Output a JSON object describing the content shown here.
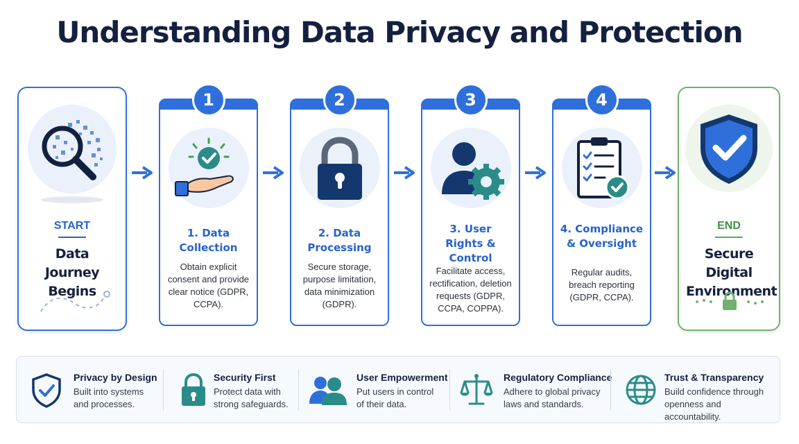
{
  "title": "Understanding Data Privacy and Protection",
  "start": {
    "tag": "START",
    "title": "Data Journey Begins",
    "icon": "magnifier-data-icon"
  },
  "end": {
    "tag": "END",
    "title": "Secure Digital Environment",
    "icon": "shield-check-icon"
  },
  "steps": [
    {
      "number": "1",
      "title": "1. Data Collection",
      "desc": "Obtain explicit consent and provide clear notice (GDPR, CCPA).",
      "icon": "hand-consent-icon"
    },
    {
      "number": "2",
      "title": "2. Data Processing",
      "desc": "Secure storage, purpose limitation, data minimization (GDPR).",
      "icon": "padlock-icon"
    },
    {
      "number": "3",
      "title": "3. User Rights & Control",
      "desc": "Facilitate access, rectification, deletion requests (GDPR, CCPA, COPPA).",
      "icon": "user-gear-icon"
    },
    {
      "number": "4",
      "title": "4. Compliance & Oversight",
      "desc": "Regular audits, breach reporting (GDPR, CCPA).",
      "icon": "clipboard-checklist-icon"
    }
  ],
  "features": [
    {
      "title": "Privacy by Design",
      "desc": "Built into systems and processes.",
      "icon": "shield-icon"
    },
    {
      "title": "Security First",
      "desc": "Protect data with strong safeguards.",
      "icon": "lock-icon"
    },
    {
      "title": "User Empowerment",
      "desc": "Put users in control of their data.",
      "icon": "users-icon"
    },
    {
      "title": "Regulatory Compliance",
      "desc": "Adhere to global privacy laws and standards.",
      "icon": "scales-icon"
    },
    {
      "title": "Trust & Transparency",
      "desc": "Build confidence through openness and accountability.",
      "icon": "globe-icon"
    }
  ],
  "colors": {
    "primary_blue": "#2f6fdc",
    "navy": "#14203f",
    "teal": "#2a8c88",
    "green": "#6fb26f"
  }
}
